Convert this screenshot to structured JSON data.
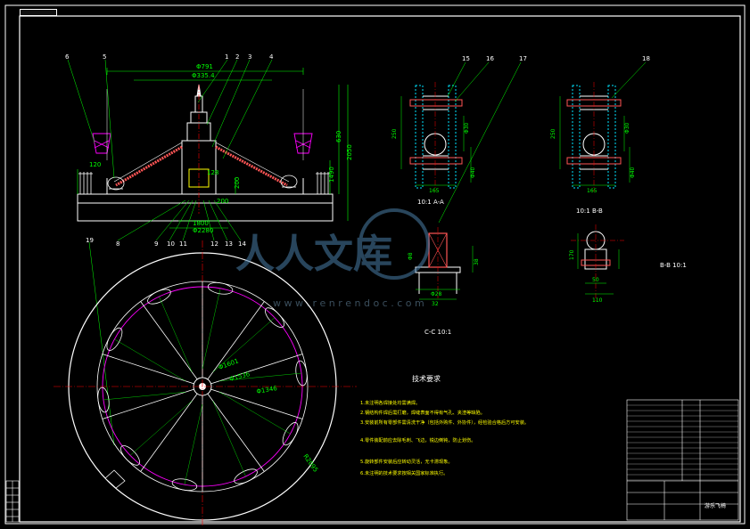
{
  "sheet": {
    "corner_tag": "",
    "background": "#000000",
    "line_color": "#ffffff",
    "dim_color": "#00ff00",
    "hatch_color": "#ff5555",
    "symbol_color": "#ff00ff",
    "center_color": "#ff0000",
    "accent_color": "#00e5ff"
  },
  "front_view": {
    "dimensions": [
      "Φ791",
      "Φ335.4",
      "630",
      "1490",
      "2050",
      "120",
      "128",
      "200",
      "1800",
      "Φ2280",
      "200"
    ],
    "callouts": [
      "6",
      "5",
      "1",
      "2",
      "3",
      "4",
      "8",
      "9",
      "10",
      "11",
      "12",
      "13",
      "14"
    ]
  },
  "view_aa": {
    "title": "10:1 A-A",
    "dimensions": [
      "250",
      "Φ30",
      "Φ40",
      "165"
    ],
    "callouts": [
      "15",
      "16",
      "17"
    ]
  },
  "view_bb": {
    "title": "10:1 B-B",
    "dimensions": [
      "250",
      "Φ30",
      "Φ40",
      "165"
    ],
    "callouts": [
      "18"
    ]
  },
  "view_cc": {
    "title": "C-C 10:1",
    "dimensions": [
      "38",
      "Φ8",
      "Φ28",
      "32"
    ]
  },
  "view_bb2": {
    "title": "B-B 10:1",
    "dimensions": [
      "170",
      "50",
      "110"
    ]
  },
  "plan_view": {
    "callout": "19",
    "dimensions": [
      "Φ1601",
      "Φ1536",
      "Φ1346",
      "R2095"
    ]
  },
  "notes": {
    "title": "技术要求",
    "items": [
      "1.未注明各焊接处均需满焊。",
      "2.钢结构件焊后需打磨，焊缝表面不得有气孔、夹渣等缺陷。",
      "3.安装前所有零部件需清洗干净（包括外购件、外协件），经检验合格后方可安装。",
      "4.零件装配前应去除毛刺、飞边，锐边倒钝，防止划伤。",
      "5.旋转部件安装后应转动灵活，无卡滞现象。",
      "6.未注明的技术要求按相关国家标准执行。"
    ]
  },
  "title_block": {
    "company": "",
    "drawing_title": "游乐飞椅",
    "drawing_no": "",
    "scale": "",
    "sheet": ""
  },
  "watermark": {
    "brand": "人人文库",
    "url": "w w w . r e n r e n d o c . c o m"
  }
}
